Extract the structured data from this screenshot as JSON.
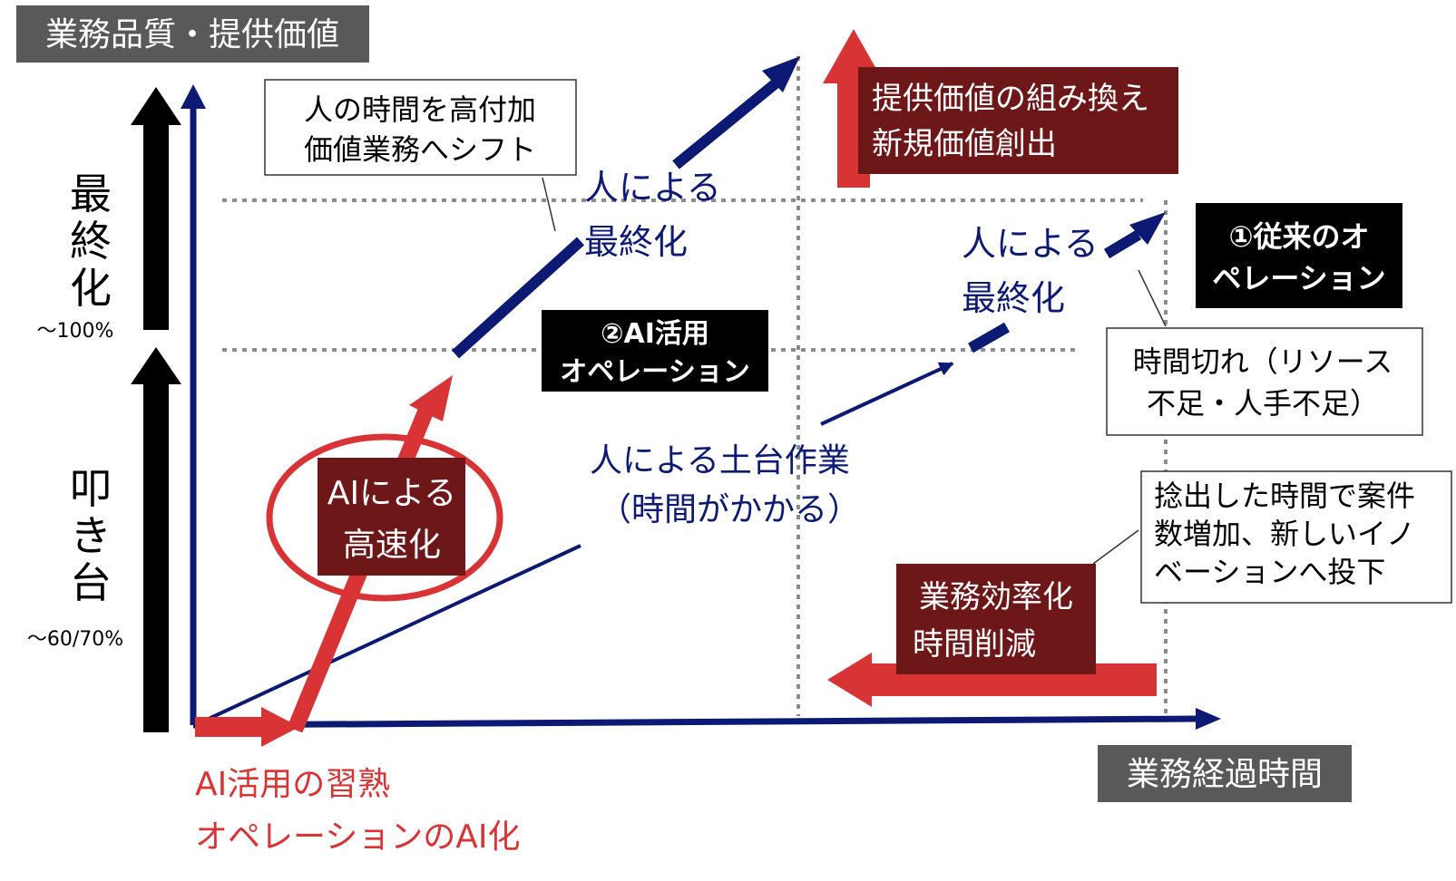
{
  "axes": {
    "y_label": "業務品質・提供価値",
    "x_label": "業務経過時間"
  },
  "levels": {
    "upper_stage": [
      "最",
      "終",
      "化"
    ],
    "upper_percent": "～100%",
    "lower_stage": [
      "叩",
      "き",
      "台"
    ],
    "lower_percent": "～60/70%"
  },
  "callouts": {
    "human_time_shift": [
      "人の時間を高付加",
      "価値業務へシフト"
    ],
    "time_out": [
      "時間切れ（リソース",
      "不足・人手不足）"
    ],
    "saved_time": [
      "捻出した時間で案件",
      "数増加、新しいイノ",
      "ベーションへ投下"
    ]
  },
  "labels": {
    "human_finalize_1": [
      "人による",
      "最終化"
    ],
    "human_finalize_2": [
      "人による",
      "最終化"
    ],
    "human_groundwork": [
      "人による土台作業",
      "（時間がかかる）"
    ],
    "ai_adoption": [
      "AI活用の習熟",
      "オペレーションのAI化"
    ]
  },
  "badges": {
    "traditional_op": [
      "①従来のオ",
      "ペレーション"
    ],
    "ai_op": [
      "②AI活用",
      "オペレーション"
    ],
    "value_recombine": [
      "提供価値の組み換え",
      "新規価値創出"
    ],
    "ai_speedup": [
      "AIによる",
      "高速化"
    ],
    "efficiency": [
      "業務効率化",
      "時間削減"
    ]
  },
  "colors": {
    "navy": "#0d1a73",
    "red": "#d83335",
    "dark_red": "#6e1718",
    "gray_label": "#595959",
    "black": "#000000",
    "dotted": "#8c8c8c"
  }
}
